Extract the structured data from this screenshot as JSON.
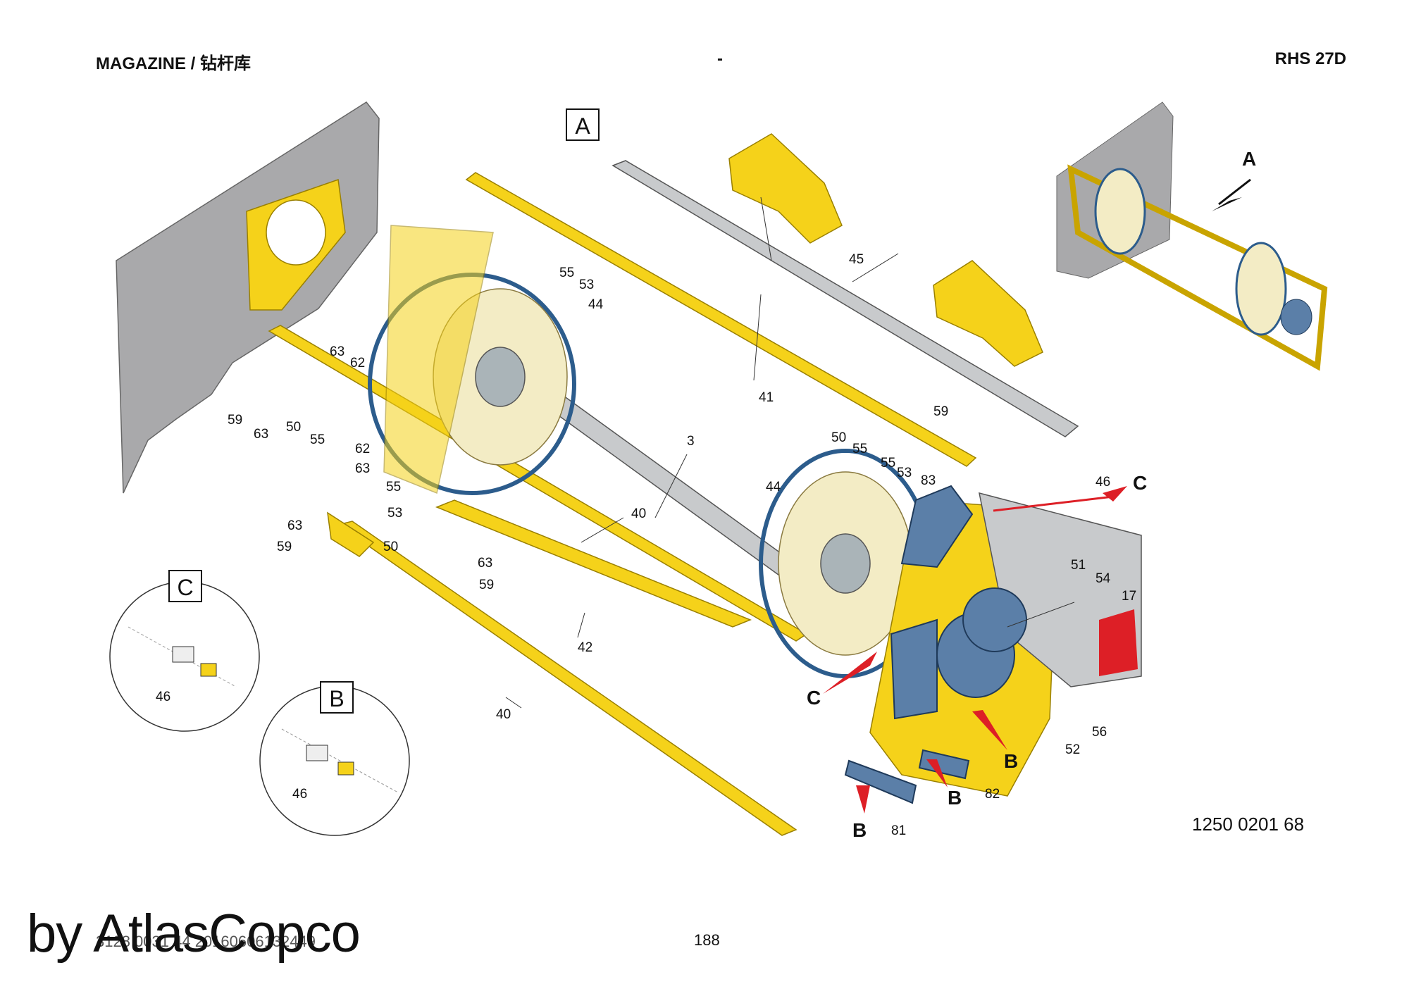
{
  "header": {
    "section": "MAGAZINE / 钻杆库",
    "middle": "-",
    "model": "RHS 27D"
  },
  "drawing_number": "1250 0201 68",
  "page_number": "188",
  "document_id": "3128 0031 44 20160606132449",
  "watermark": "by AtlasCopco",
  "detail_boxes": {
    "A": "A",
    "B": "B",
    "C": "C"
  },
  "colors": {
    "frame_yellow": "#f5d21a",
    "frame_dark": "#c9a400",
    "plate_grey": "#a9a9ab",
    "motor_blue": "#5b7fa8",
    "pipe_grey": "#c8cacc",
    "finger_cream": "#f3ecc5",
    "ring_blue": "#2c5c8c",
    "arrow_red": "#dd1f26"
  },
  "callouts": {
    "c3": "3",
    "c17": "17",
    "c40a": "40",
    "c40b": "40",
    "c41": "41",
    "c42": "42",
    "c44a": "44",
    "c44b": "44",
    "c45": "45",
    "c46a": "46",
    "c46b": "46",
    "c46c": "46",
    "c50a": "50",
    "c50b": "50",
    "c50c": "50",
    "c51": "51",
    "c52": "52",
    "c53a": "53",
    "c53b": "53",
    "c53c": "53",
    "c54": "54",
    "c55a": "55",
    "c55b": "55",
    "c55c": "55",
    "c55d": "55",
    "c55e": "55",
    "c56": "56",
    "c59a": "59",
    "c59b": "59",
    "c59c": "59",
    "c59d": "59",
    "c62a": "62",
    "c62b": "62",
    "c63a": "63",
    "c63b": "63",
    "c63c": "63",
    "c63d": "63",
    "c63e": "63",
    "c81": "81",
    "c82": "82",
    "c83": "83"
  },
  "detail_markers": {
    "A": "A",
    "B1": "B",
    "B2": "B",
    "B3": "B",
    "C1": "C",
    "C2": "C"
  }
}
